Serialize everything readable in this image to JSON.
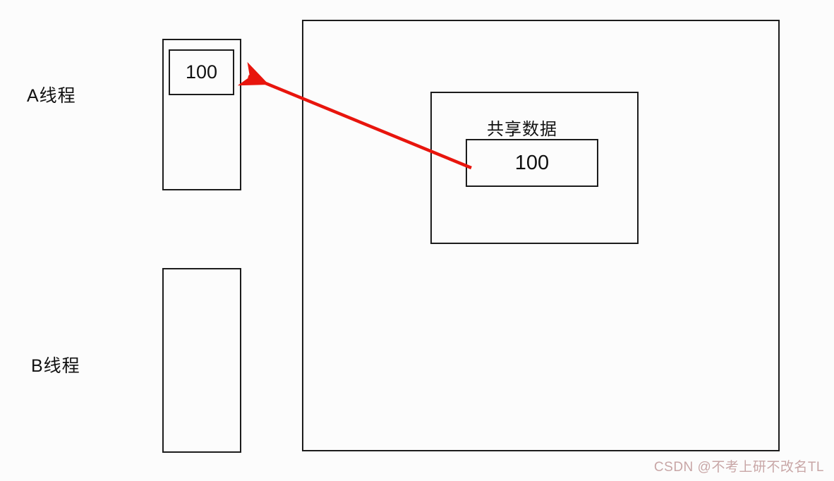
{
  "diagram": {
    "title_semantics": "thread-working-memory-vs-main-memory",
    "thread_a": {
      "label": "A线程",
      "cell_value": "100"
    },
    "thread_b": {
      "label": "B线程"
    },
    "main_memory": {
      "shared_data_label": "共享数据",
      "shared_data_value": "100"
    },
    "arrow": {
      "from": "shared-data-cell",
      "to": "thread-a-cell",
      "color": "#e8150d"
    },
    "colors": {
      "border": "#1c1c1c",
      "background": "#fcfcfc",
      "watermark": "#c8a6a6"
    },
    "watermark": "CSDN @不考上研不改名TL"
  }
}
